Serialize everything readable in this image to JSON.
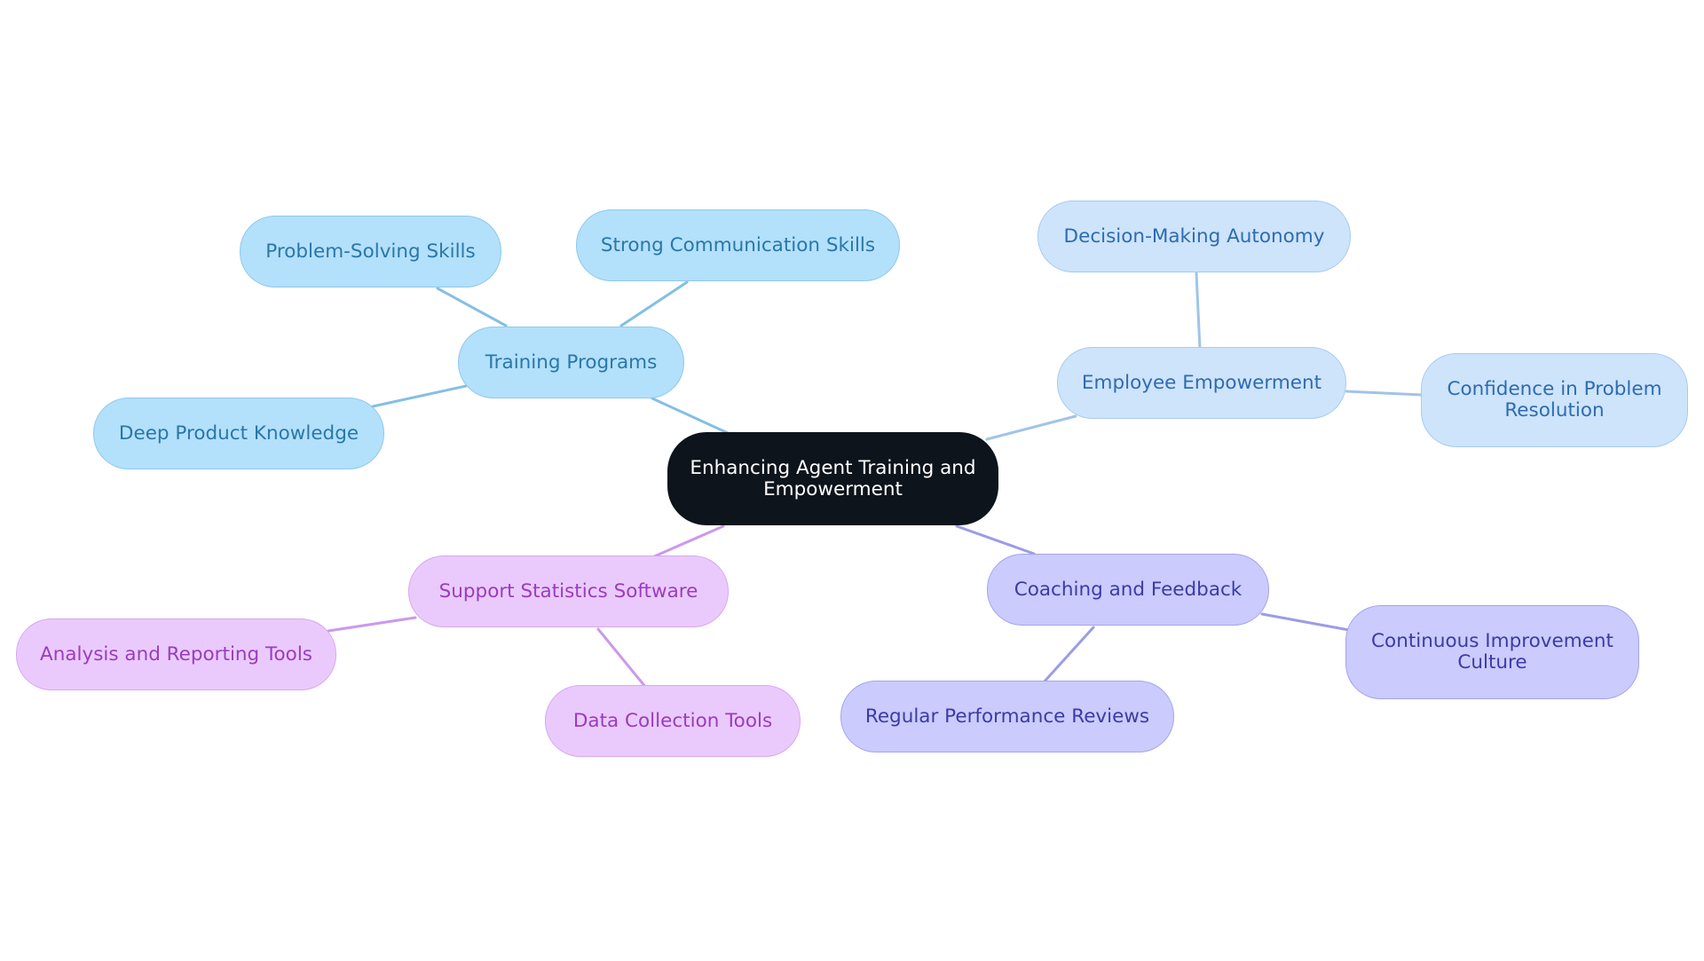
{
  "mindmap": {
    "root": {
      "label": "Enhancing Agent Training and\nEmpowerment",
      "fill": "#0d141b",
      "text": "#ffffff",
      "border": "#0d141b"
    },
    "branches": [
      {
        "label": "Training Programs",
        "fill": "#b3e0fb",
        "text": "#2a77a8",
        "border": "#8fc9ec",
        "line": "#84bfe3",
        "children": [
          "Problem-Solving Skills",
          "Strong Communication Skills",
          "Deep Product Knowledge"
        ]
      },
      {
        "label": "Employee Empowerment",
        "fill": "#cde4fb",
        "text": "#2f6bb0",
        "border": "#a8cbef",
        "line": "#a0c4e8",
        "children": [
          "Decision-Making Autonomy",
          "Confidence in Problem\nResolution"
        ]
      },
      {
        "label": "Support Statistics Software",
        "fill": "#eacafd",
        "text": "#9a3cbf",
        "border": "#d7a7f3",
        "line": "#cc98ec",
        "children": [
          "Analysis and Reporting Tools",
          "Data Collection Tools"
        ]
      },
      {
        "label": "Coaching and Feedback",
        "fill": "#cbcbfd",
        "text": "#3b3ba8",
        "border": "#a4a4ee",
        "line": "#9c9ce6",
        "children": [
          "Regular Performance Reviews",
          "Continuous Improvement\nCulture"
        ]
      }
    ]
  }
}
